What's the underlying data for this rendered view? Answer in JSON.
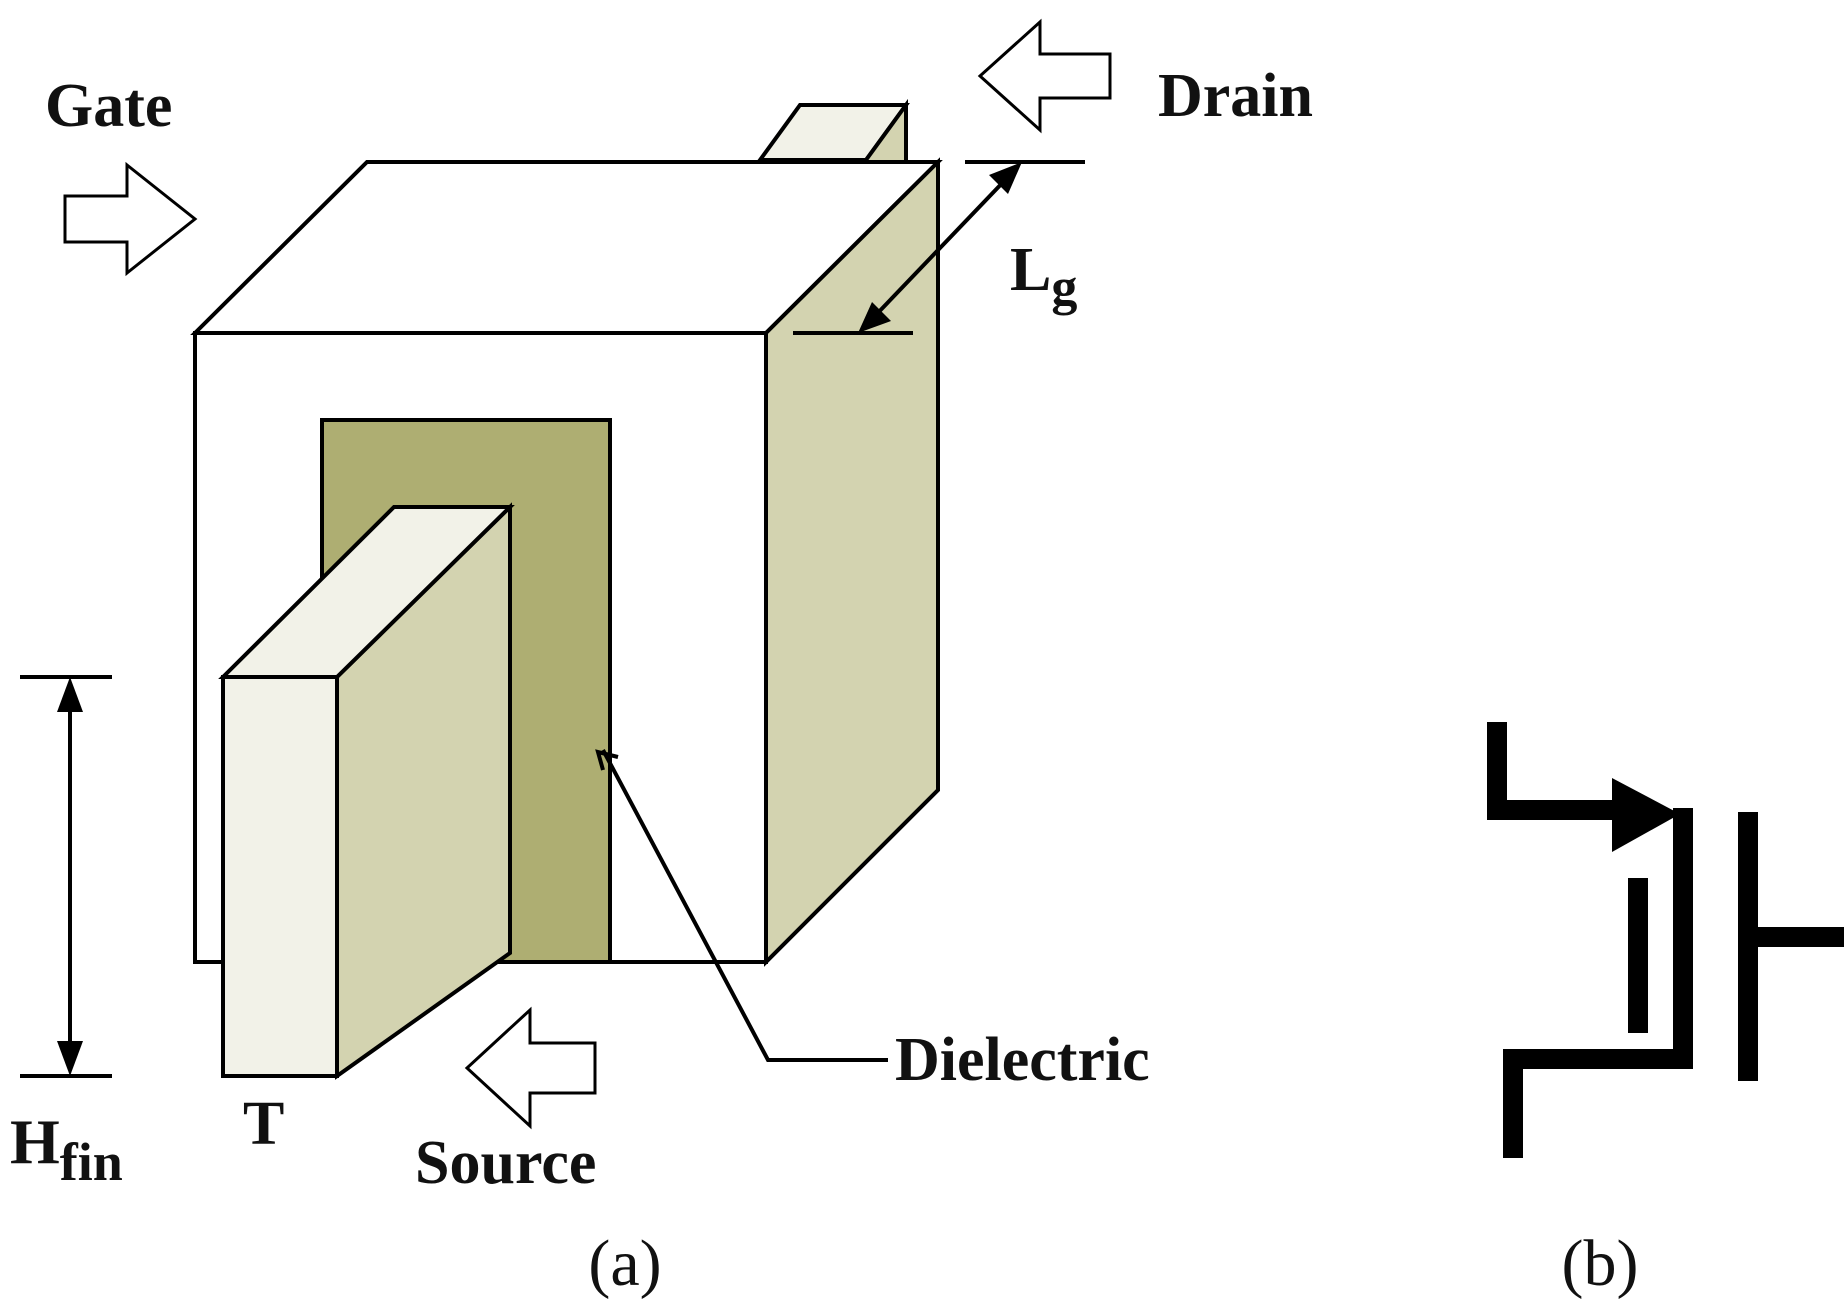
{
  "labels": {
    "gate": "Gate",
    "drain": "Drain",
    "source": "Source",
    "lg_main": "L",
    "lg_sub": "g",
    "hfin_main": "H",
    "hfin_sub": "fin",
    "t": "T",
    "dielectric": "Dielectric"
  },
  "captions": {
    "a": "(a)",
    "b": "(b)"
  },
  "colors": {
    "gate_face": "#ffffff",
    "side_face": "#d3d3b0",
    "dielectric": "#aeae72",
    "fin_front": "#f2f2e8",
    "outline": "#000000"
  }
}
